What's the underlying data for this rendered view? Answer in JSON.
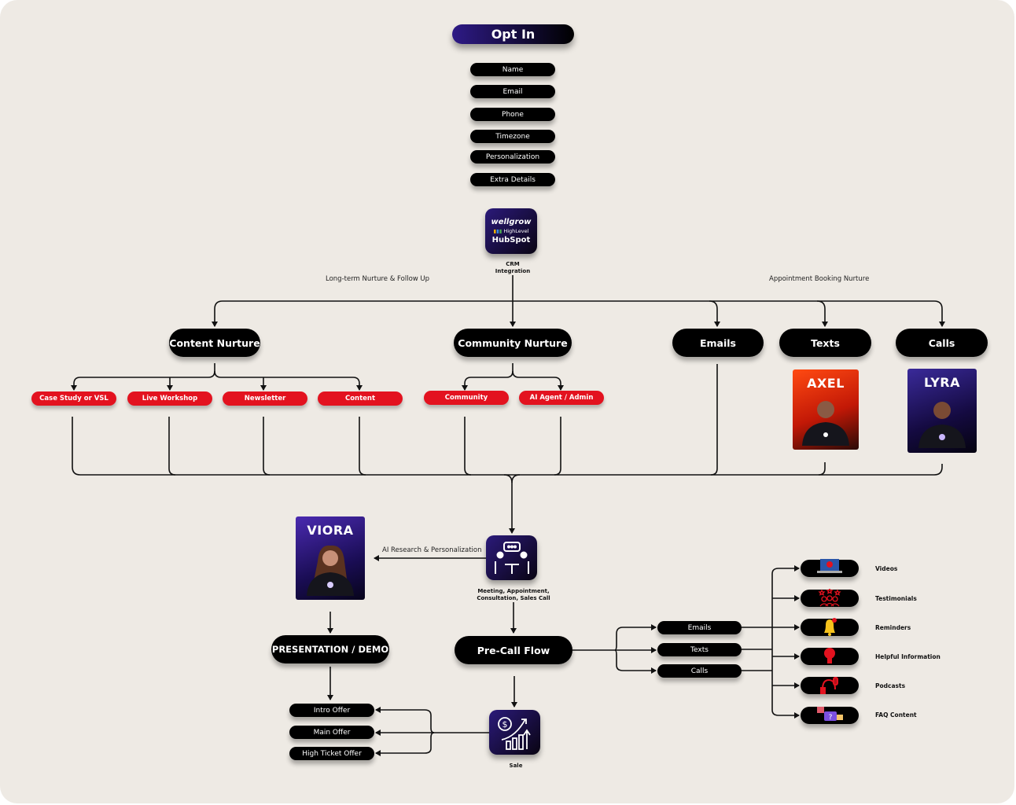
{
  "opt_in": {
    "title": "Opt In",
    "fields": [
      "Name",
      "Email",
      "Phone",
      "Timezone",
      "Personalization",
      "Extra Details"
    ]
  },
  "crm": {
    "logos": [
      "wellgrow",
      "HighLevel",
      "HubSpot"
    ],
    "caption_line1": "CRM",
    "caption_line2": "Integration"
  },
  "branch_labels": {
    "long_term": "Long-term Nurture & Follow Up",
    "appointment": "Appointment Booking Nurture"
  },
  "nurture": {
    "content": {
      "title": "Content Nurture",
      "items": [
        "Case Study or VSL",
        "Live Workshop",
        "Newsletter",
        "Content"
      ]
    },
    "community": {
      "title": "Community Nurture",
      "items": [
        "Community",
        "AI Agent / Admin"
      ]
    },
    "emails": "Emails",
    "texts": "Texts",
    "calls": "Calls"
  },
  "agents": {
    "axel": "AXEL",
    "lyra": "LYRA",
    "viora": "VIORA"
  },
  "meeting": {
    "caption_line1": "Meeting, Appointment,",
    "caption_line2": "Consultation, Sales Call",
    "ai_label": "AI Research & Personalization"
  },
  "presentation": {
    "title": "PRESENTATION / DEMO",
    "offers": [
      "Intro Offer",
      "Main Offer",
      "High Ticket Offer"
    ]
  },
  "precall": {
    "title": "Pre-Call Flow",
    "channels": [
      "Emails",
      "Texts",
      "Calls"
    ],
    "content": [
      {
        "label": "Videos",
        "icon": "video-laptop-icon"
      },
      {
        "label": "Testimonials",
        "icon": "testimonials-icon"
      },
      {
        "label": "Reminders",
        "icon": "bell-icon"
      },
      {
        "label": "Helpful Information",
        "icon": "lightbulb-icon"
      },
      {
        "label": "Podcasts",
        "icon": "headphones-mic-icon"
      },
      {
        "label": "FAQ Content",
        "icon": "faq-chat-icon"
      }
    ]
  },
  "sale": {
    "caption": "Sale"
  },
  "colors": {
    "background": "#eeeae4",
    "node": "#000000",
    "accent_red": "#e3121f",
    "accent_purple": "#2e1a86"
  }
}
